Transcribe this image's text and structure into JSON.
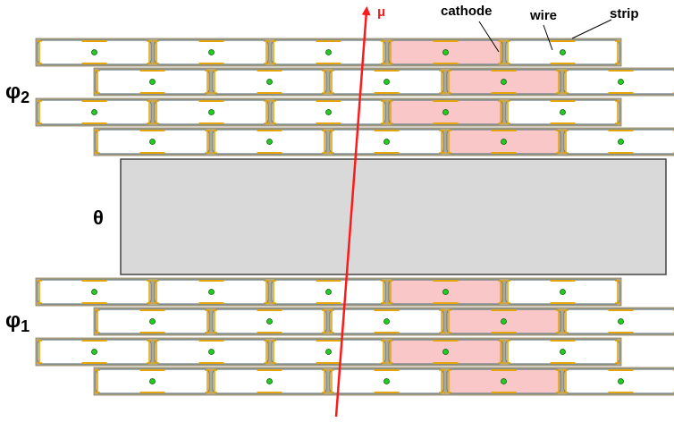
{
  "labels": {
    "mu": "μ",
    "cathode": "cathode",
    "wire": "wire",
    "strip": "strip",
    "theta": "θ",
    "phi2": "φ",
    "phi2_sub": "2",
    "phi1": "φ",
    "phi1_sub": "1"
  },
  "layers": [
    {
      "group": "phi2",
      "cells": 5,
      "highlighted_cell": 3
    },
    {
      "group": "phi2",
      "cells": 5,
      "highlighted_cell": 3
    },
    {
      "group": "phi2",
      "cells": 5,
      "highlighted_cell": 3
    },
    {
      "group": "phi2",
      "cells": 5,
      "highlighted_cell": 3
    },
    {
      "group": "phi1",
      "cells": 5,
      "highlighted_cell": 3
    },
    {
      "group": "phi1",
      "cells": 5,
      "highlighted_cell": 3
    },
    {
      "group": "phi1",
      "cells": 5,
      "highlighted_cell": 3
    },
    {
      "group": "phi1",
      "cells": 5,
      "highlighted_cell": 3
    }
  ],
  "colors": {
    "tube_fill": "#ffffff",
    "tube_stroke": "#6a7f88",
    "highlight_fill": "#f9c7c7",
    "cathode_fill": "#b3a98a",
    "strip_color": "#e5a50a",
    "wire_fill": "#22cc22",
    "wire_stroke": "#0a5d0a",
    "theta_box_fill": "#d9d9d9",
    "theta_box_stroke": "#444444",
    "muon_track": "#ff1a1a"
  }
}
